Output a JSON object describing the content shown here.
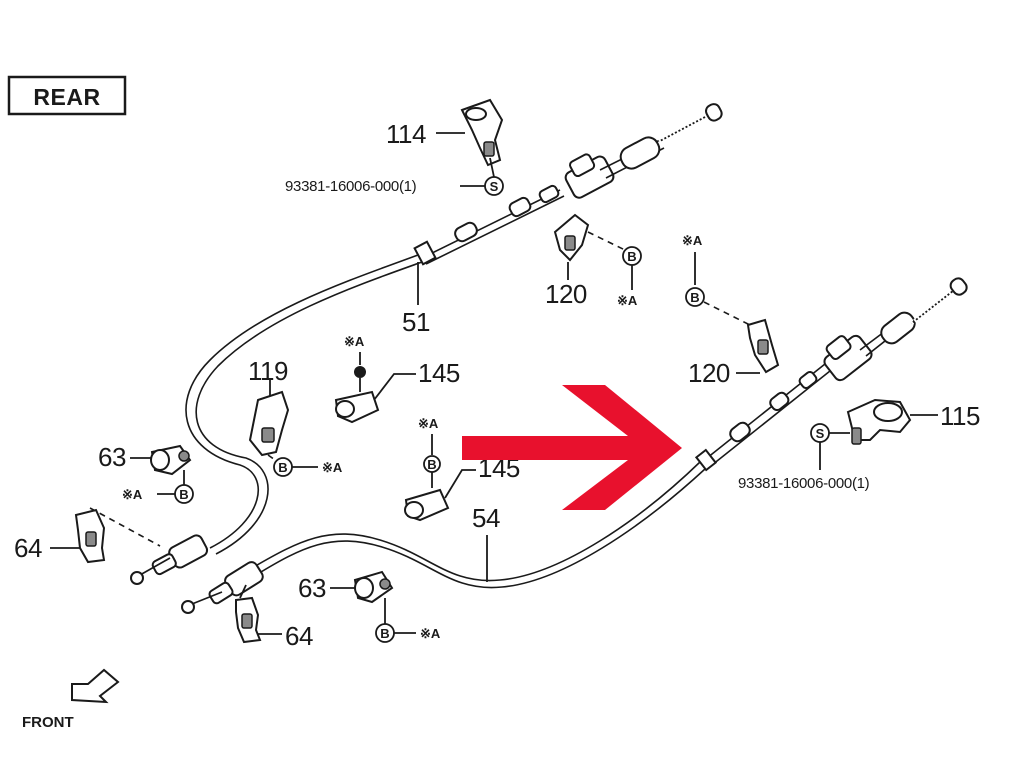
{
  "labels": {
    "rear": "REAR",
    "front": "FRONT",
    "p114": "114",
    "p51": "51",
    "p120a": "120",
    "p120b": "120",
    "p119": "119",
    "p145a": "145",
    "p145b": "145",
    "p63a": "63",
    "p63b": "63",
    "p64a": "64",
    "p64b": "64",
    "p54": "54",
    "p115": "115",
    "bolt_pn_a": "93381-16006-000(1)",
    "bolt_pn_b": "93381-16006-000(1)",
    "mark_a": "※A",
    "mark_b": "B",
    "mark_s": "S"
  },
  "colors": {
    "line": "#1a1a1a",
    "arrow": "#e8112d",
    "background": "#ffffff"
  },
  "icons": {
    "front_arrow": "front-direction-arrow-icon",
    "highlight_arrow": "red-arrow-icon"
  }
}
